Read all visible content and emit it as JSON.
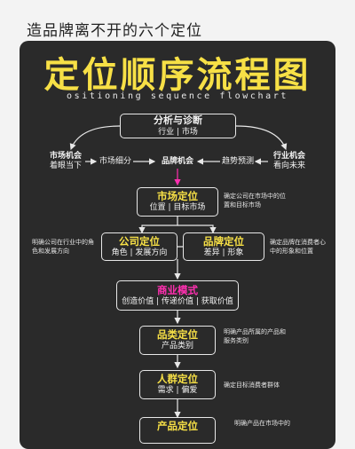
{
  "header": {
    "kicker": "造品牌离不开的六个定位",
    "title": "定位顺序流程图",
    "subtitle": "ositioning sequence flowchart"
  },
  "colors": {
    "background": "#f3f3f3",
    "panel": "#2a2a2a",
    "title": "#f7e046",
    "accent": "#ff2fb0",
    "line": "#e8e8e8"
  },
  "top": {
    "title": "分析与诊断",
    "sub": "行业 | 市场"
  },
  "row": {
    "left": {
      "title": "市场机会",
      "sub": "着眼当下"
    },
    "seg": "市场细分",
    "brand": "品牌机会",
    "trend": "趋势预测",
    "right": {
      "title": "行业机会",
      "sub": "看向未来"
    }
  },
  "market": {
    "title": "市场定位",
    "sub": "位置 | 目标市场",
    "note": "确定公司在市场中的位置和目标市场"
  },
  "company": {
    "title": "公司定位",
    "sub": "角色 | 发展方向",
    "note": "明确公司在行业中的角色和发展方向"
  },
  "brandpos": {
    "title": "品牌定位",
    "sub": "差异 | 形象",
    "note": "确定品牌在消费者心中的形象和位置"
  },
  "business": {
    "title": "商业模式",
    "sub": "创造价值 | 传递价值 | 获取价值"
  },
  "category": {
    "title": "品类定位",
    "sub": "产品类别",
    "note": "明确产品所属的产品和服务类别"
  },
  "people": {
    "title": "人群定位",
    "sub": "需求 | 偏爱",
    "note": "确定目标消费者群体"
  },
  "product": {
    "title": "产品定位",
    "note": "明确产品在市场中的"
  }
}
